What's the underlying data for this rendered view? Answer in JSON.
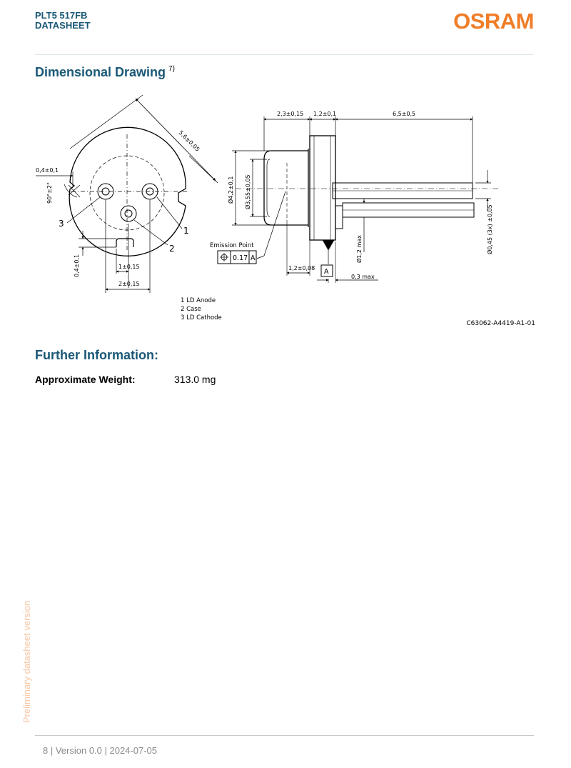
{
  "header": {
    "product": "PLT5 517FB",
    "doc_type": "DATASHEET",
    "logo": "OSRAM",
    "brand_color": "#f07d28",
    "title_color": "#1a5876"
  },
  "drawing_section": {
    "title": "Dimensional Drawing",
    "footnote": "7)"
  },
  "drawing": {
    "dims": {
      "diameter_outer": "5,6±0,05",
      "notch_width": "0,4±0,1",
      "angle": "90°±2°",
      "notch_depth": "0,4±0,1",
      "pin_offset": "1±0,15",
      "pin_spacing": "2±0,15",
      "cap_length": "2,3±0,15",
      "flange_thickness": "1,2±0,1",
      "pin_length": "6,5±0,5",
      "cap_diameter": "Ø4,2±0,1",
      "window_diameter": "Ø3,55±0,05",
      "emission_offset": "1,2±0,08",
      "pin_diameter": "Ø1,2 max",
      "pin_wire_diameter": "Ø0,45 (3x) ±0,05",
      "glass_protrusion": "0,3 max"
    },
    "emission_point_label": "Emission Point",
    "tolerance_value": "0.17",
    "datum": "A",
    "pin_numbers": [
      "1",
      "2",
      "3"
    ],
    "legend": [
      "1  LD Anode",
      "2  Case",
      "3  LD Cathode"
    ],
    "drawing_number": "C63062-A4419-A1-01"
  },
  "further_info": {
    "title": "Further Information:",
    "weight_label": "Approximate Weight:",
    "weight_value": "313.0 mg"
  },
  "watermark": "Preliminary datasheet version",
  "footer": {
    "page": "8",
    "version": "| Version 0.0 | 2024-07-05"
  }
}
